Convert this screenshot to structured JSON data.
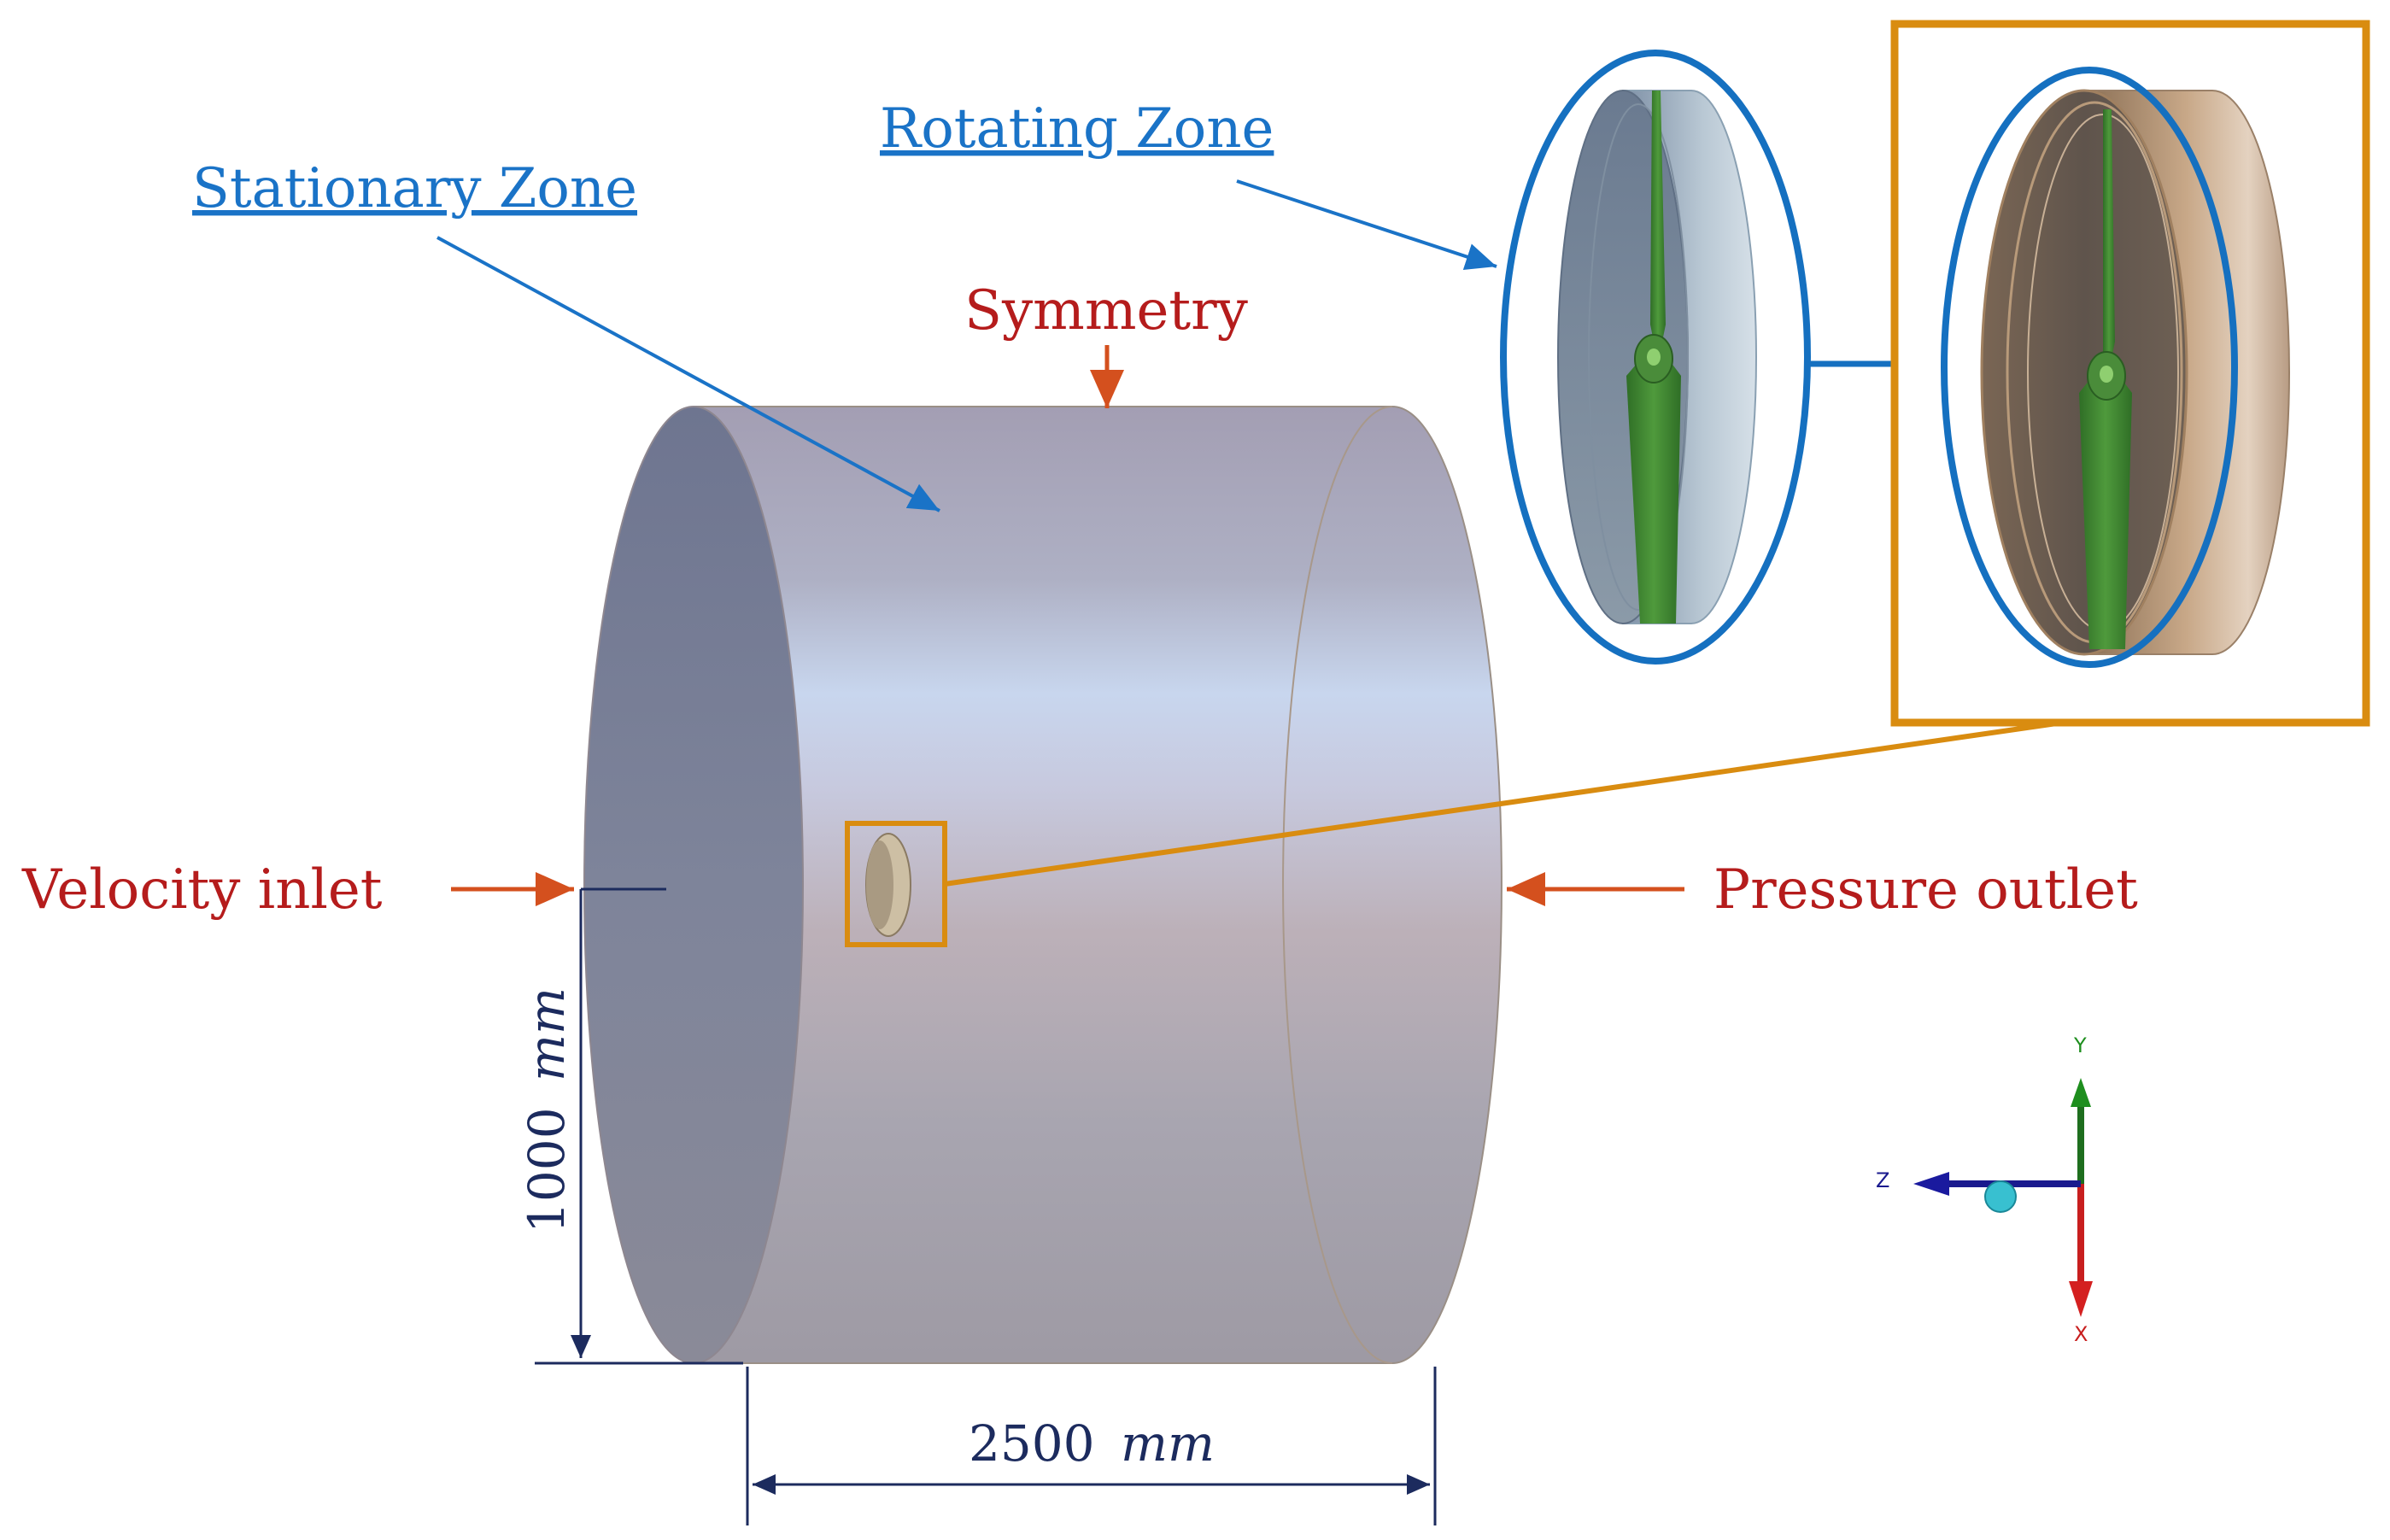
{
  "labels": {
    "stationary_zone": "Stationary Zone",
    "rotating_zone": "Rotating Zone",
    "symmetry": "Symmetry",
    "velocity_inlet": "Velocity inlet",
    "pressure_outlet": "Pressure outlet"
  },
  "dimensions": {
    "height_value": "1000",
    "length_value": "2500",
    "unit": "mm"
  },
  "axes": {
    "x": "X",
    "y": "Y",
    "z": "Z"
  },
  "colors": {
    "zone_label": "#1a73c7",
    "boundary_label": "#b51c1c",
    "boundary_arrow": "#d4501e",
    "zoom_frame": "#d98c10",
    "zone_outline": "#1570c0",
    "dimension": "#1c2b5e",
    "blade": "#3d8a2f"
  }
}
